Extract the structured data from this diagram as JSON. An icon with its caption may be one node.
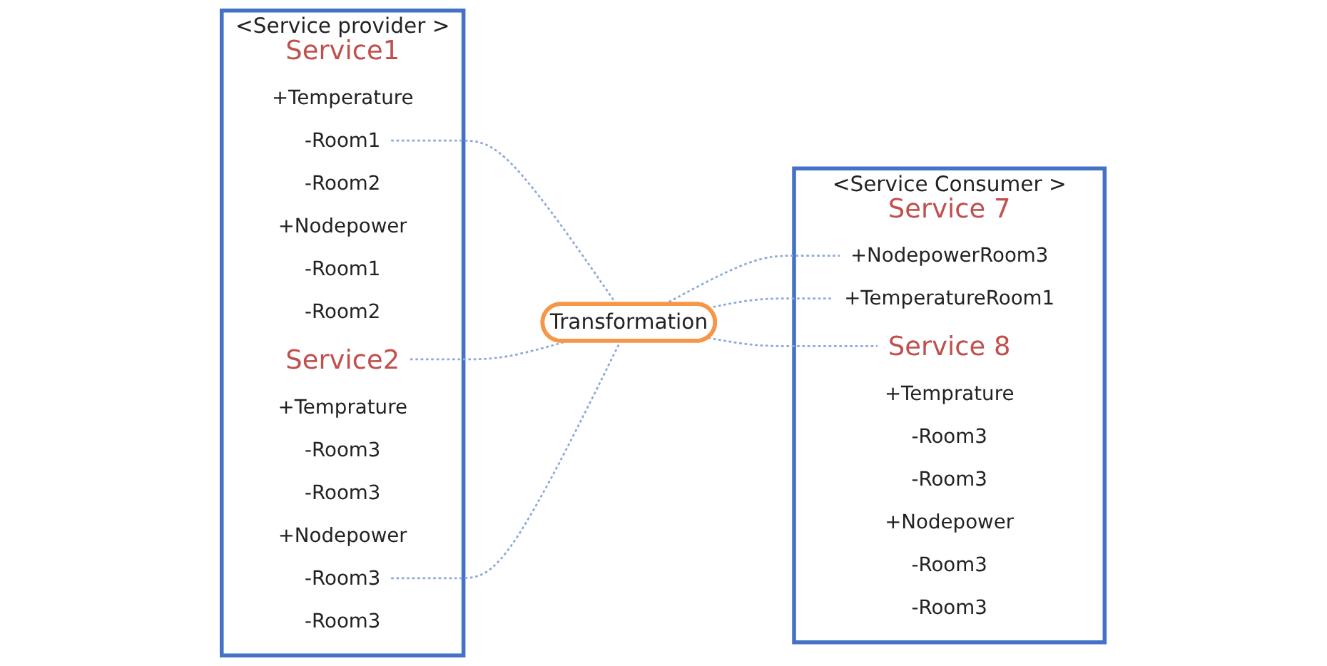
{
  "diagram": {
    "nodes": [
      {
        "text": [
          "<Service provider >"
        ]
      },
      {
        "text": [
          "Service1"
        ],
        "in": 0
      },
      {
        "text": [
          "+Temperature"
        ],
        "in": 0
      },
      {
        "text": [
          "-Room1"
        ],
        "in": 0
      },
      {
        "text": [
          "-Room2"
        ],
        "in": 0
      },
      {
        "text": [
          "+Nodepower"
        ],
        "in": 0
      },
      {
        "text": [
          "-Room1"
        ],
        "in": 0
      },
      {
        "text": [
          "-Room2"
        ],
        "in": 0
      },
      {
        "text": [
          "Service2"
        ],
        "in": 0
      },
      {
        "text": [
          "+Temprature"
        ],
        "in": 0
      },
      {
        "text": [
          "-Room3"
        ],
        "in": 0
      },
      {
        "text": [
          "-Room3"
        ],
        "in": 0
      },
      {
        "text": [
          "+Nodepower"
        ],
        "in": 0
      },
      {
        "text": [
          "-Room3"
        ],
        "in": 0
      },
      {
        "text": [
          "-Room3"
        ],
        "in": 0
      },
      {
        "text": [
          "Transformation"
        ]
      },
      {
        "text": [
          "<Service Consumer >"
        ]
      },
      {
        "text": [
          "Service 7"
        ],
        "in": 16
      },
      {
        "text": [
          "+NodepowerRoom3"
        ],
        "in": 16
      },
      {
        "text": [
          "+TemperatureRoom1"
        ],
        "in": 16
      },
      {
        "text": [
          "Service 8"
        ],
        "in": 16
      },
      {
        "text": [
          "+Temprature"
        ],
        "in": 16
      },
      {
        "text": [
          "-Room3"
        ],
        "in": 16
      },
      {
        "text": [
          "-Room3"
        ],
        "in": 16
      },
      {
        "text": [
          "+Nodepower"
        ],
        "in": 16
      },
      {
        "text": [
          "-Room3"
        ],
        "in": 16
      },
      {
        "text": [
          "-Room3"
        ],
        "in": 16
      }
    ],
    "edges": [
      {
        "from": 3,
        "to": 15,
        "arrow": "none",
        "style": "dashed"
      },
      {
        "from": 8,
        "to": 15,
        "arrow": "none",
        "style": "dashed"
      },
      {
        "from": 13,
        "to": 15,
        "arrow": "none",
        "style": "dashed"
      },
      {
        "from": 15,
        "to": 18,
        "arrow": "none",
        "style": "dashed"
      },
      {
        "from": 15,
        "to": 19,
        "arrow": "none",
        "style": "dashed"
      },
      {
        "from": 15,
        "to": 20,
        "arrow": "none",
        "style": "dashed"
      }
    ]
  }
}
